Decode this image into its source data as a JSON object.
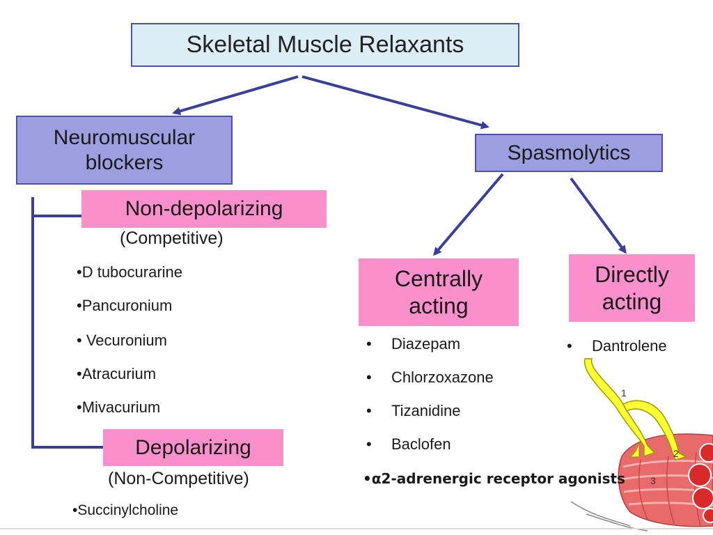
{
  "title": "Skeletal Muscle Relaxants",
  "nm_blockers": {
    "label_line1": "Neuromuscular",
    "label_line2": "blockers",
    "non_depolarizing": {
      "label": "Non-depolarizing",
      "subtitle": "(Competitive)",
      "drugs": [
        "•D tubocurarine",
        "•Pancuronium",
        "• Vecuronium",
        "•Atracurium",
        "•Mivacurium"
      ]
    },
    "depolarizing": {
      "label": "Depolarizing",
      "subtitle": "(Non-Competitive)",
      "drugs": [
        "•Succinylcholine"
      ]
    }
  },
  "spasmolytics": {
    "label": "Spasmolytics",
    "centrally_acting": {
      "label_line1": "Centrally",
      "label_line2": "acting",
      "drugs": [
        "Diazepam",
        "Chlorzoxazone",
        "Tizanidine",
        "Baclofen"
      ],
      "extra": "•α2-adrenergic receptor agonists"
    },
    "directly_acting": {
      "label_line1": "Directly",
      "label_line2": "acting",
      "drugs": [
        "Dantrolene"
      ]
    }
  },
  "illustration": {
    "labels": [
      "1",
      "2",
      "3"
    ]
  },
  "colors": {
    "blue_box": "#9b9fe0",
    "box_border": "#4b4fae",
    "pink_box": "#f98fcb",
    "title_box": "#dceef5",
    "arrow": "#3a3f9a"
  }
}
